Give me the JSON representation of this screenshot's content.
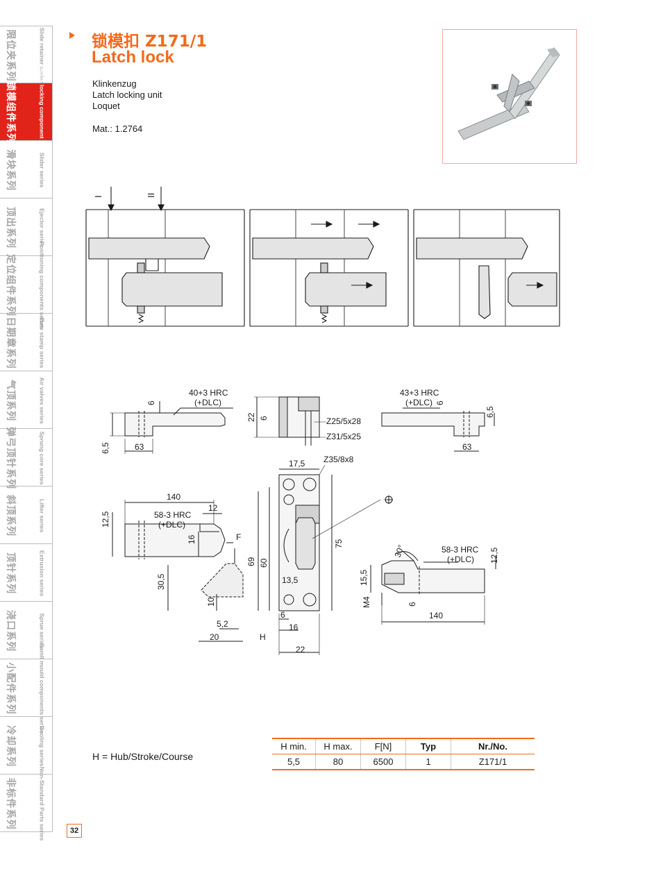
{
  "sidebar": [
    {
      "cn": "限位夹系列",
      "en": "Slide retainer series",
      "active": false
    },
    {
      "cn": "锁模组件系列",
      "en": "Mode locking component series",
      "active": true
    },
    {
      "cn": "滑块系列",
      "en": "Slider series",
      "active": false
    },
    {
      "cn": "顶出系列",
      "en": "Ejector series",
      "active": false
    },
    {
      "cn": "定位组件系列",
      "en": "Positioning components series",
      "active": false
    },
    {
      "cn": "日期章系列",
      "en": "Date stamp series",
      "active": false
    },
    {
      "cn": "气顶系列",
      "en": "Air valves series",
      "active": false
    },
    {
      "cn": "弹弓顶针系列",
      "en": "Sprung core series",
      "active": false
    },
    {
      "cn": "斜顶系列",
      "en": "Lifter series",
      "active": false
    },
    {
      "cn": "顶针系列",
      "en": "Extrusion series",
      "active": false
    },
    {
      "cn": "浇口系列",
      "en": "Sprue series",
      "active": false
    },
    {
      "cn": "小配件系列",
      "en": "Samll mould components series",
      "active": false
    },
    {
      "cn": "冷却系列",
      "en": "Cooling series",
      "active": false
    },
    {
      "cn": "非标件系列",
      "en": "Non-Standard Parts series",
      "active": false
    }
  ],
  "header": {
    "title_cn": "锁模扣  Z171/1",
    "title_en": "Latch lock"
  },
  "description": [
    "Klinkenzug",
    "Latch locking unit",
    "Loquet"
  ],
  "material": "Mat.: 1.2764",
  "process_labels": {
    "step1": "I",
    "step2": "II"
  },
  "dims": {
    "top_left": {
      "hrc": "40+3 HRC",
      "dlc": "(+DLC)",
      "d1": "6",
      "d2": "6,5",
      "d3": "63"
    },
    "top_mid": {
      "d1": "22",
      "d2": "6",
      "s1": "Z25/5x28",
      "s2": "Z31/5x25"
    },
    "top_right": {
      "hrc": "43+3 HRC",
      "dlc": "(+DLC)",
      "d1": "6",
      "d2": "6,5",
      "d3": "63"
    },
    "mid_left": {
      "d140": "140",
      "hrc": "58-3 HRC",
      "dlc": "(+DLC)",
      "d12_5": "12,5",
      "d12": "12",
      "d16": "16",
      "f": "F",
      "d30_5": "30,5",
      "d10": "10",
      "d5_2": "5,2",
      "d20": "20",
      "h": "H"
    },
    "center": {
      "d17_5": "17,5",
      "s": "Z35/8x8",
      "d69": "69",
      "d60": "60",
      "d75": "75",
      "d13_5": "13,5",
      "d6": "6",
      "d16": "16",
      "d22": "22"
    },
    "right": {
      "ang": "30°",
      "hrc": "58-3 HRC",
      "dlc": "(+DLC)",
      "d12_5": "12,5",
      "d15_5": "15,5",
      "m4": "M4",
      "d6": "6",
      "d140": "140"
    }
  },
  "hub_label": "H = Hub/Stroke/Course",
  "table": {
    "headers": [
      "H min.",
      "H max.",
      "F[N]",
      "Typ",
      "Nr./No."
    ],
    "rows": [
      [
        "5,5",
        "80",
        "6500",
        "1",
        "Z171/1"
      ]
    ]
  },
  "page_number": "32",
  "colors": {
    "accent": "#f26a1b",
    "active_tab": "#e2231a"
  }
}
